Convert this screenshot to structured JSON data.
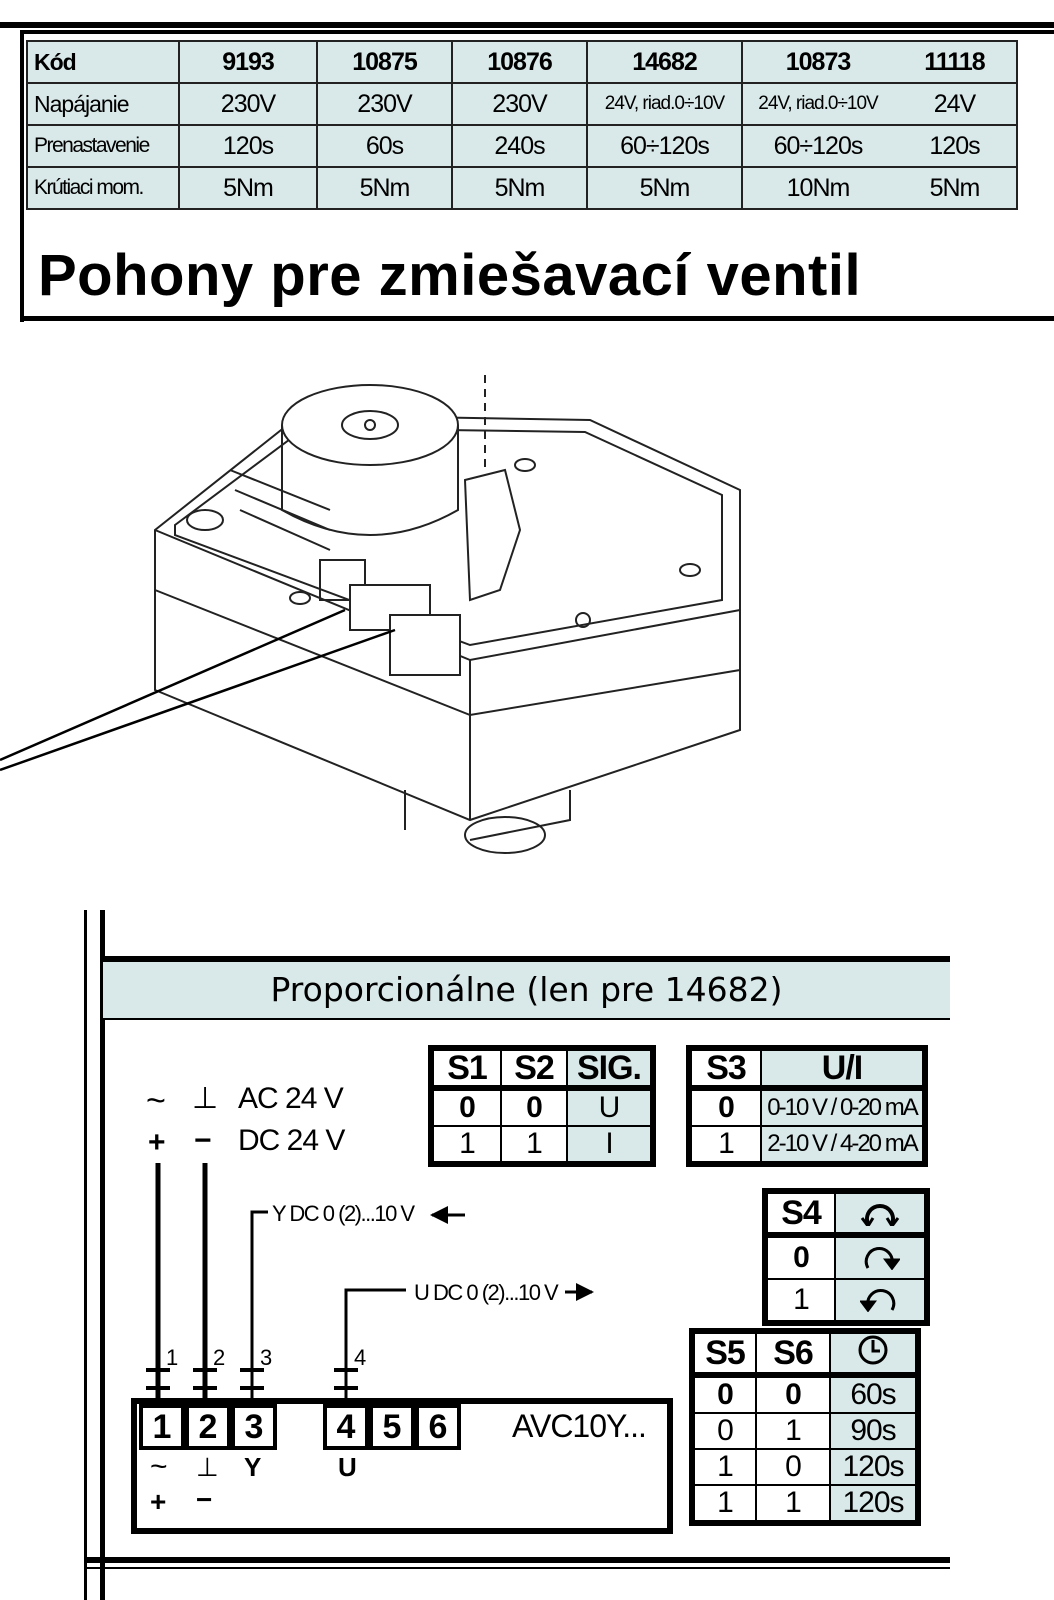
{
  "spec_table": {
    "headers": [
      "Kód",
      "9193",
      "10875",
      "10876",
      "14682",
      "10873",
      "11118"
    ],
    "rows": [
      [
        "Napájanie",
        "230V",
        "230V",
        "230V",
        "24V, riad.0÷10V",
        "24V, riad.0÷10V",
        "24V"
      ],
      [
        "Prenastavenie",
        "120s",
        "60s",
        "240s",
        "60÷120s",
        "60÷120s",
        "120s"
      ],
      [
        "Krútiaci mom.",
        "5Nm",
        "5Nm",
        "5Nm",
        "5Nm",
        "10Nm",
        "5Nm"
      ]
    ]
  },
  "title": "Pohony pre zmiešavací ventil",
  "diagram": {
    "header": "Proporcionálne (len pre 14682)",
    "supply": {
      "ac_symbols": [
        "~",
        "⊥"
      ],
      "ac_label": "AC 24 V",
      "dc_symbols": [
        "+",
        "−"
      ],
      "dc_label": "DC 24 V"
    },
    "y_signal": "Y  DC  0 (2)...10 V",
    "u_signal": "U  DC  0 (2)...10 V",
    "wire_numbers": [
      "1",
      "2",
      "3",
      "4"
    ],
    "terminals": [
      "1",
      "2",
      "3",
      "4",
      "5",
      "6"
    ],
    "terminal_labels_top": [
      "~",
      "⊥",
      "Y",
      "U"
    ],
    "terminal_labels_bottom": [
      "+",
      "−"
    ],
    "model": "AVC10Y...",
    "sig_table": {
      "headers": [
        "S1",
        "S2",
        "SIG."
      ],
      "rows": [
        [
          "0",
          "0",
          "U"
        ],
        [
          "1",
          "1",
          "I"
        ]
      ]
    },
    "ui_table": {
      "headers": [
        "S3",
        "U/I"
      ],
      "rows": [
        [
          "0",
          "0-10 V / 0-20 mA"
        ],
        [
          "1",
          "2-10 V / 4-20 mA"
        ]
      ]
    },
    "dir_table": {
      "headers": [
        "S4"
      ],
      "rows": [
        [
          "0"
        ],
        [
          "1"
        ]
      ],
      "icons": [
        "rotation-both-icon",
        "rotation-clockwise-icon",
        "rotation-counterclockwise-icon"
      ]
    },
    "time_table": {
      "headers": [
        "S5",
        "S6"
      ],
      "header_icon": "clock-icon",
      "rows": [
        [
          "0",
          "0",
          "60s"
        ],
        [
          "0",
          "1",
          "90s"
        ],
        [
          "1",
          "0",
          "120s"
        ],
        [
          "1",
          "1",
          "120s"
        ]
      ]
    }
  },
  "colors": {
    "cell_fill": "#d9e8e8"
  }
}
